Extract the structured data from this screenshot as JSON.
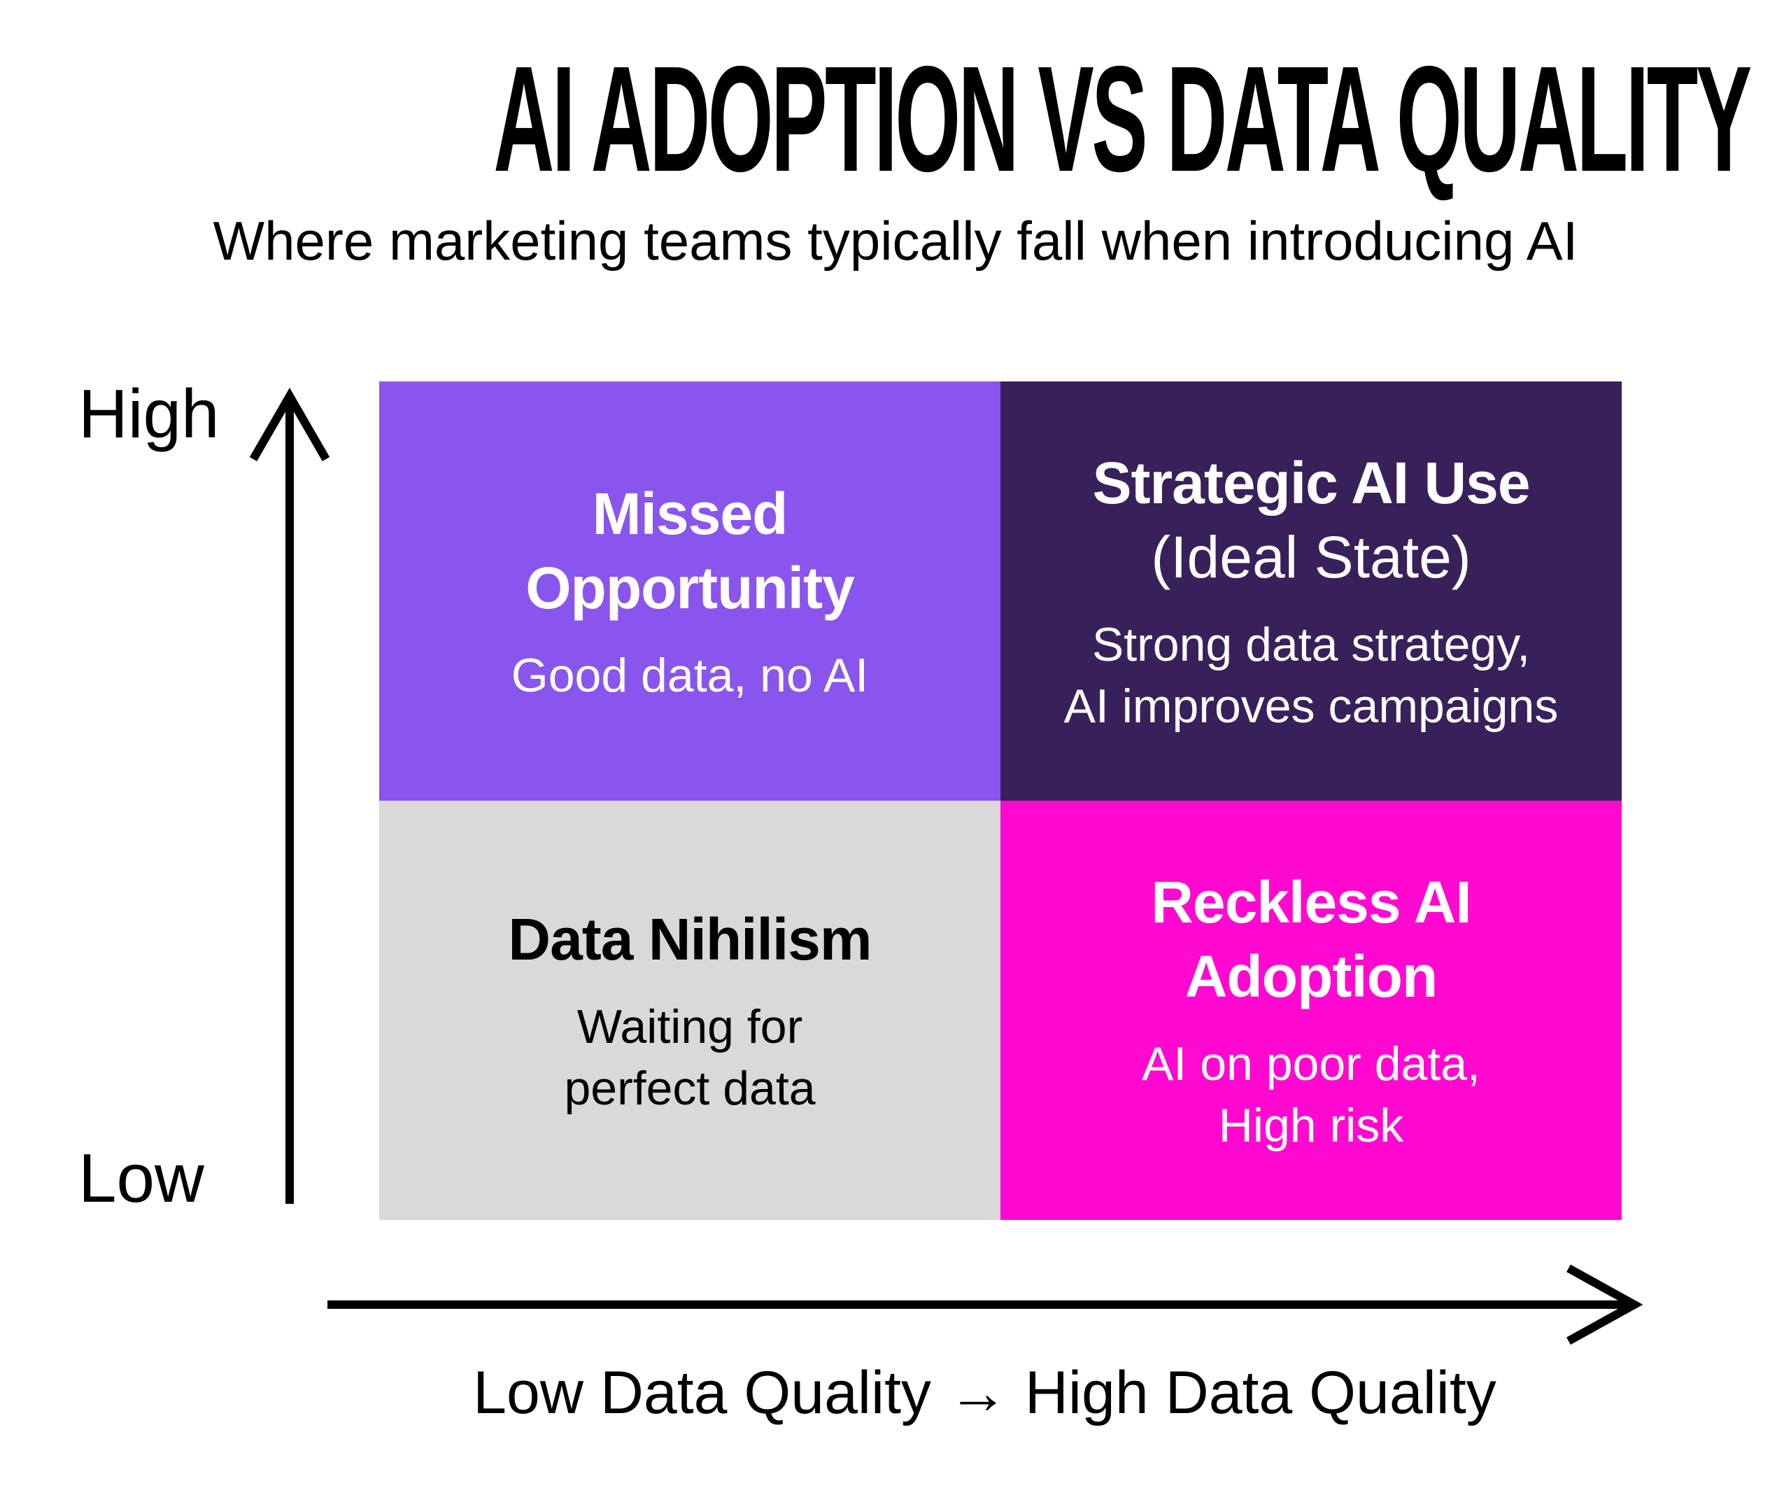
{
  "title": "AI ADOPTION VS DATA QUALITY",
  "subtitle": "Where marketing teams typically fall when introducing AI",
  "y_axis": {
    "high_label": "High",
    "low_label": "Low"
  },
  "x_axis": {
    "label": "Low Data Quality → High Data Quality"
  },
  "quadrants": {
    "top_left": {
      "title_line1": "Missed",
      "title_line2": "Opportunity",
      "desc": "Good data, no AI",
      "color": "#8a55ec"
    },
    "top_right": {
      "title": "Strategic AI Use",
      "subtitle": "(Ideal State)",
      "desc_line1": "Strong data strategy,",
      "desc_line2": "AI improves campaigns",
      "color": "#38215a"
    },
    "bottom_left": {
      "title": "Data Nihilism",
      "desc_line1": "Waiting for",
      "desc_line2": "perfect data",
      "color": "#d9d9d9"
    },
    "bottom_right": {
      "title_line1": "Reckless AI",
      "title_line2": "Adoption",
      "desc_line1": "AI on poor data,",
      "desc_line2": "High risk",
      "color": "#ff08d0"
    }
  }
}
